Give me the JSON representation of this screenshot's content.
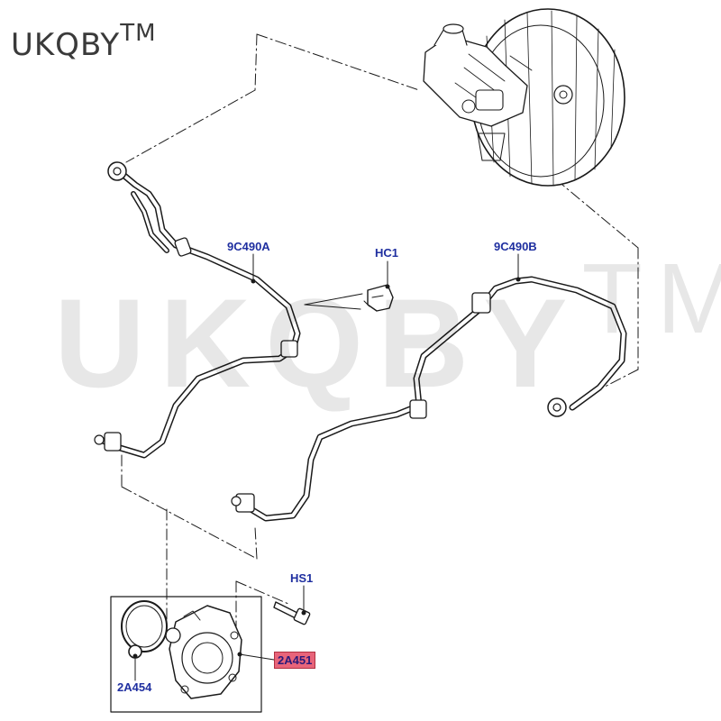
{
  "brand": {
    "name": "UKQBY",
    "mark": "TM"
  },
  "watermark": {
    "text": "UKQBY",
    "mark": "TM"
  },
  "callouts": [
    {
      "id": "9C490A",
      "label": "9C490A",
      "highlighted": false
    },
    {
      "id": "HC1",
      "label": "HC1",
      "highlighted": false
    },
    {
      "id": "9C490B",
      "label": "9C490B",
      "highlighted": false
    },
    {
      "id": "HS1",
      "label": "HS1",
      "highlighted": false
    },
    {
      "id": "2A451",
      "label": "2A451",
      "highlighted": true
    },
    {
      "id": "2A454",
      "label": "2A454",
      "highlighted": false
    }
  ],
  "colors": {
    "callout_text": "#1f2fa0",
    "highlight_fill": "#e8647a",
    "line": "#1a1a1a",
    "watermark": "#000000"
  }
}
